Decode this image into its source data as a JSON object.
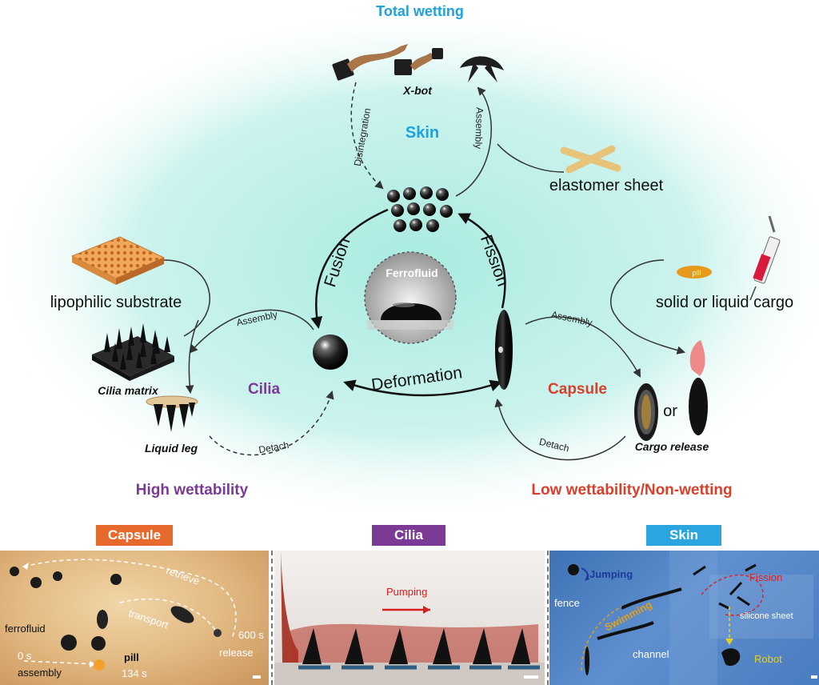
{
  "top_diagram": {
    "headers": {
      "total_wetting": "Total wetting",
      "high_wettability": "High wettability",
      "low_wettability": "Low wettability/Non-wetting"
    },
    "center": {
      "ferrofluid": "Ferrofluid",
      "fusion": "Fusion",
      "fission": "Fission",
      "deformation": "Deformation"
    },
    "skin": {
      "title": "Skin",
      "xbot": "X-bot",
      "disintegration": "Disintegration",
      "assembly": "Assembly",
      "elastomer": "elastomer sheet"
    },
    "cilia": {
      "title": "Cilia",
      "substrate": "lipophilic substrate",
      "assembly": "Assembly",
      "matrix": "Cilia matrix",
      "leg": "Liquid leg",
      "detach": "Detach"
    },
    "capsule": {
      "title": "Capsule",
      "cargo": "solid or liquid cargo",
      "pill": "pill",
      "assembly": "Assembly",
      "or": "or",
      "release": "Cargo release",
      "detach": "Detach"
    }
  },
  "colors": {
    "skin": "#1ea1dc",
    "cilia": "#7a3a96",
    "capsule": "#d9402b",
    "tag_capsule": "#e8692e",
    "tag_cilia": "#7a3a96",
    "tag_skin": "#2aa5df",
    "glow": "#c8f2ec"
  },
  "photos": {
    "capsule": {
      "tag": "Capsule",
      "retrieve": "retrieve",
      "transport": "transport",
      "ferrofluid": "ferrofluid",
      "pill": "pill",
      "t0": "0 s",
      "assembly": "assembly",
      "t134": "134 s",
      "t600": "600 s",
      "release": "release"
    },
    "cilia": {
      "tag": "Cilia",
      "pumping": "Pumping"
    },
    "skin": {
      "tag": "Skin",
      "jumping": "Jumping",
      "fence": "fence",
      "fission": "Fission",
      "silicone": "silicone sheet",
      "channel": "channel",
      "robot": "Robot",
      "swimming": "Swimming"
    }
  }
}
